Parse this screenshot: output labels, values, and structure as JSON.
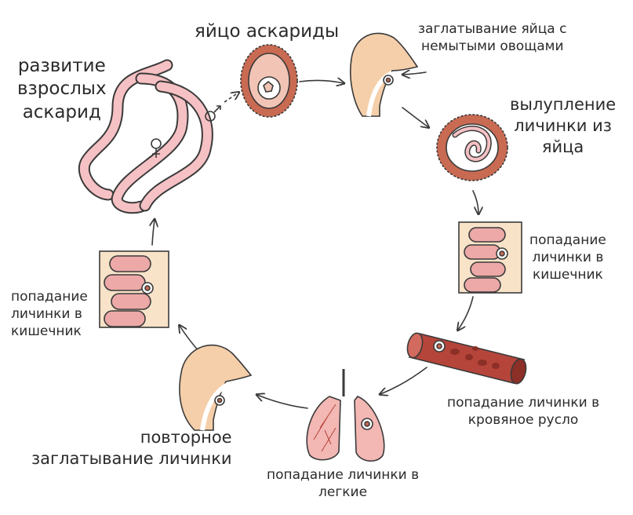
{
  "stages": {
    "egg": {
      "title": "яйцо аскариды"
    },
    "swallow_egg": {
      "lines": [
        "заглатывание яйца с",
        "немытыми овощами"
      ]
    },
    "hatching": {
      "lines": [
        "вылупление",
        "личинки из",
        "яйца"
      ]
    },
    "intestine_1": {
      "lines": [
        "попадание",
        "личинки в",
        "кишечник"
      ]
    },
    "bloodstream": {
      "lines": [
        "попадание личинки в",
        "кровяное русло"
      ]
    },
    "lungs": {
      "lines": [
        "попадание личинки в",
        "легкие"
      ]
    },
    "swallow_larva": {
      "lines": [
        "повторное",
        "заглатывание личинки"
      ]
    },
    "intestine_2": {
      "lines": [
        "попадание",
        "личинки в",
        "кишечник"
      ]
    },
    "adults": {
      "lines": [
        "развитие",
        "взрослых",
        "аскарид"
      ]
    }
  },
  "colors": {
    "outline": "#3a3a3a",
    "worm_pink": "#f6c1c4",
    "skin": "#f5cfaa",
    "egg_outer": "#c96a52",
    "egg_inner": "#f1c4b5",
    "vessel": "#b5453a",
    "intestine": "#eca9a7",
    "lung": "#f3b7b4",
    "tissue_bg": "#f8e3c9"
  },
  "icons": [
    "female-symbol",
    "male-symbol"
  ]
}
